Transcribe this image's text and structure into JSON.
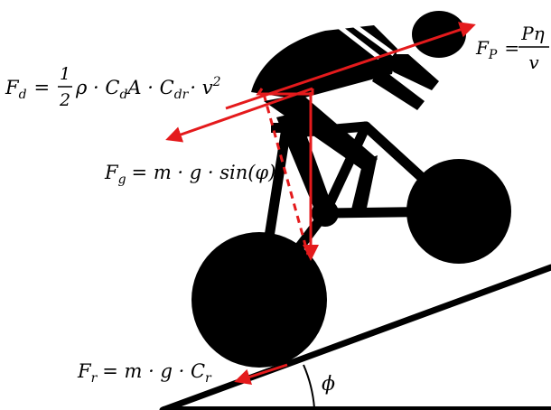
{
  "diagram": {
    "forces": {
      "propulsion": {
        "lhs": "F",
        "sub": "P",
        "eq": "=",
        "num": "Pη",
        "den": "v"
      },
      "drag": {
        "lhs": "F",
        "sub": "d",
        "eq": "=",
        "frac_num": "1",
        "frac_den": "2",
        "rest": "ρ · C",
        "sub2": "d",
        "rest2": "A · C",
        "sub3": "dr",
        "rest3": "· v",
        "sup": "2"
      },
      "gravity": {
        "lhs": "F",
        "sub": "g",
        "text": "= m · g · sin(φ)"
      },
      "rolling": {
        "lhs": "F",
        "sub": "r",
        "text": "= m · g · C",
        "sub2": "r"
      }
    },
    "angle_label": "ϕ",
    "colors": {
      "force_arrow": "#e41a1c",
      "silhouette": "#000000",
      "background": "#ffffff"
    }
  }
}
